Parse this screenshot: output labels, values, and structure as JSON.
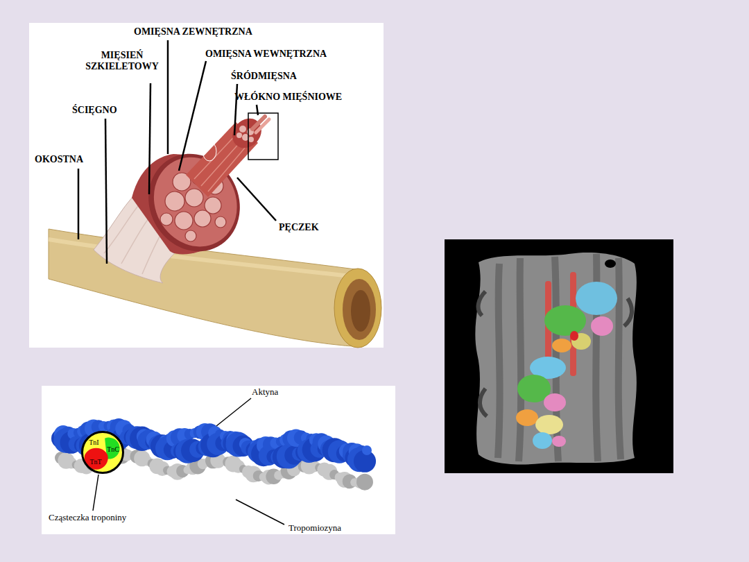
{
  "diagram": {
    "nodes": [
      {
        "text": [
          "TnI",
          "TnC",
          "TnT"
        ]
      }
    ],
    "labels": [
      "OMIĘSNA ZEWNĘTRZNA",
      "MIĘSIEŃ SZKIELETOWY",
      "OMIĘSNA WEWNĘTRZNA",
      "ŚRÓDMIĘSNA",
      "WŁÓKNO MIĘŚNIOWE",
      "ŚCIĘGNO",
      "OKOSTNA",
      "PĘCZEK",
      "Aktyna",
      "Cząsteczka troponiny",
      "Tropomiozyna"
    ]
  }
}
